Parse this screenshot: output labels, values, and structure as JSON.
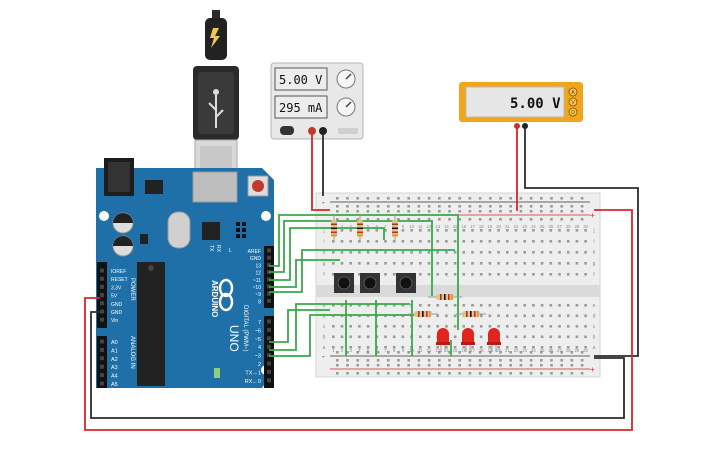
{
  "power_supply": {
    "voltage_display": "5.00 V",
    "current_display": "295 mA"
  },
  "multimeter": {
    "reading": "5.00 V",
    "modes": [
      "A",
      "V",
      "Ω"
    ]
  },
  "arduino": {
    "brand": "ARDUINO",
    "model": "UNO",
    "digital_label": "DIGITAL (PWM~)",
    "power_label": "POWER",
    "analog_label": "ANALOG IN",
    "power_pins": [
      "IOREF",
      "RESET",
      "3.3V",
      "5V",
      "GND",
      "GND",
      "Vin"
    ],
    "analog_pins": [
      "A0",
      "A1",
      "A2",
      "A3",
      "A4",
      "A5"
    ],
    "top_pins": [
      "AREF",
      "GND",
      "13",
      "12",
      "~11",
      "~10",
      "~9",
      "8"
    ],
    "bottom_pins": [
      "7",
      "~6",
      "~5",
      "4",
      "~3",
      "2",
      "TX→1",
      "RX←0"
    ],
    "tx_label": "TX",
    "rx_label": "RX",
    "l_label": "L"
  },
  "breadboard": {
    "row_letters_top": [
      "j",
      "i",
      "h",
      "g",
      "f"
    ],
    "row_letters_bottom": [
      "e",
      "d",
      "c",
      "b",
      "a"
    ],
    "plus_label": "+",
    "minus_label": "-",
    "column_numbers": [
      "1",
      "2",
      "3",
      "4",
      "5",
      "6",
      "7",
      "8",
      "9",
      "10",
      "11",
      "12",
      "13",
      "14",
      "15",
      "16",
      "17",
      "18",
      "19",
      "20",
      "21",
      "22",
      "23",
      "24",
      "25",
      "26",
      "27",
      "28",
      "29",
      "30"
    ]
  },
  "colors": {
    "arduino_blue": "#1f6fa8",
    "wire_red": "#d62728",
    "wire_black": "#2b2b2b",
    "wire_green": "#3aa84a",
    "led_red": "#e0241f",
    "multimeter_orange": "#f2a51a"
  }
}
